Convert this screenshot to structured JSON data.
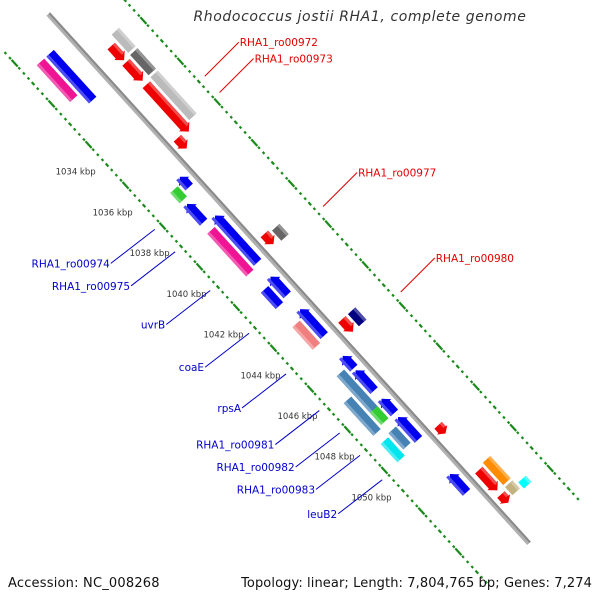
{
  "header": {
    "title": "Rhodococcus jostii RHA1, complete genome"
  },
  "footer": {
    "accession": "Accession: NC_008268",
    "summary": "Topology: linear; Length: 7,804,765 bp; Genes: 7,274"
  },
  "colors": {
    "backbone": "#8a8a8a",
    "tick": "#1a8a1a",
    "label_forward": "#e00000",
    "label_reverse": "#0000cc"
  },
  "axis": {
    "unit": "kbp",
    "ticks": [
      {
        "pos": 1034,
        "label": "1034 kbp"
      },
      {
        "pos": 1036,
        "label": "1036 kbp"
      },
      {
        "pos": 1038,
        "label": "1038 kbp"
      },
      {
        "pos": 1040,
        "label": "1040 kbp"
      },
      {
        "pos": 1042,
        "label": "1042 kbp"
      },
      {
        "pos": 1044,
        "label": "1044 kbp"
      },
      {
        "pos": 1046,
        "label": "1046 kbp"
      },
      {
        "pos": 1048,
        "label": "1048 kbp"
      },
      {
        "pos": 1050,
        "label": "1050 kbp"
      }
    ]
  },
  "genes": [
    {
      "id": "rev-a1",
      "strand": "reverse",
      "row": 1,
      "start": 1029.6,
      "end": 1031.9,
      "color": "#0000ee"
    },
    {
      "id": "rev-a2",
      "strand": "reverse",
      "row": 2,
      "start": 1029.6,
      "end": 1031.4,
      "color": "#ee1493"
    },
    {
      "id": "fwd-1",
      "strand": "forward",
      "row": 1,
      "start": 1030.9,
      "end": 1031.6,
      "color": "#ee0000",
      "arrow": true
    },
    {
      "id": "fwd-2",
      "strand": "forward",
      "row": 2,
      "start": 1030.6,
      "end": 1031.5,
      "color": "#bbbbbb"
    },
    {
      "id": "fwd-3",
      "strand": "forward",
      "row": 1,
      "start": 1031.7,
      "end": 1032.6,
      "color": "#ee0000",
      "arrow": true
    },
    {
      "id": "fwd-4",
      "strand": "forward",
      "row": 2,
      "start": 1031.6,
      "end": 1032.6,
      "color": "#666666"
    },
    {
      "id": "fwd-5",
      "strand": "forward",
      "row": 1,
      "start": 1032.8,
      "end": 1035.1,
      "color": "#ee0000",
      "arrow": true
    },
    {
      "id": "fwd-6",
      "strand": "forward",
      "row": 2,
      "start": 1032.7,
      "end": 1034.8,
      "color": "#bbbbbb"
    },
    {
      "id": "fwd-7",
      "strand": "forward",
      "row": 0,
      "start": 1035.0,
      "end": 1035.5,
      "color": "#ee0000",
      "arrow": true
    },
    {
      "id": "rev-1",
      "strand": "reverse",
      "row": 0,
      "start": 1036.1,
      "end": 1036.6,
      "color": "#0000ee",
      "arrow": true
    },
    {
      "id": "rev-2",
      "strand": "reverse",
      "row": 1,
      "start": 1036.3,
      "end": 1036.8,
      "color": "#33cc33"
    },
    {
      "id": "rev-3",
      "strand": "reverse",
      "row": 1,
      "start": 1037.0,
      "end": 1037.9,
      "color": "#0000ee",
      "arrow": true
    },
    {
      "id": "rev-4",
      "strand": "reverse",
      "row": 0,
      "start": 1038.0,
      "end": 1040.3,
      "color": "#0000ee",
      "arrow": true
    },
    {
      "id": "rev-5",
      "strand": "reverse",
      "row": 1,
      "start": 1038.3,
      "end": 1040.4,
      "color": "#ee1493"
    },
    {
      "id": "fwd-8",
      "strand": "forward",
      "row": 0,
      "start": 1039.7,
      "end": 1040.2,
      "color": "#ee0000",
      "arrow": true
    },
    {
      "id": "fwd-9",
      "strand": "forward",
      "row": 1,
      "start": 1039.8,
      "end": 1040.3,
      "color": "#666666"
    },
    {
      "id": "rev-6",
      "strand": "reverse",
      "row": 0,
      "start": 1041.0,
      "end": 1041.9,
      "color": "#0000ee",
      "arrow": true
    },
    {
      "id": "rev-7",
      "strand": "reverse",
      "row": 1,
      "start": 1041.2,
      "end": 1042.0,
      "color": "#0000ee"
    },
    {
      "id": "rev-8",
      "strand": "reverse",
      "row": 0,
      "start": 1042.6,
      "end": 1043.9,
      "color": "#0000ee",
      "arrow": true
    },
    {
      "id": "rev-9",
      "strand": "reverse",
      "row": 1,
      "start": 1042.9,
      "end": 1044.0,
      "color": "#f08080"
    },
    {
      "id": "fwd-10",
      "strand": "forward",
      "row": 0,
      "start": 1043.9,
      "end": 1044.5,
      "color": "#ee0000",
      "arrow": true
    },
    {
      "id": "fwd-11",
      "strand": "forward",
      "row": 1,
      "start": 1043.9,
      "end": 1044.5,
      "color": "#000080"
    },
    {
      "id": "rev-10",
      "strand": "reverse",
      "row": 0,
      "start": 1044.9,
      "end": 1045.5,
      "color": "#0000ee",
      "arrow": true
    },
    {
      "id": "rev-11",
      "strand": "reverse",
      "row": 0,
      "start": 1045.6,
      "end": 1046.6,
      "color": "#0000ee",
      "arrow": true
    },
    {
      "id": "rev-12",
      "strand": "reverse",
      "row": 1,
      "start": 1045.3,
      "end": 1047.6,
      "color": "#4682b4"
    },
    {
      "id": "rev-13",
      "strand": "reverse",
      "row": 2,
      "start": 1046.2,
      "end": 1047.8,
      "color": "#4682b4"
    },
    {
      "id": "rev-14",
      "strand": "reverse",
      "row": 1,
      "start": 1047.1,
      "end": 1047.7,
      "color": "#33cc33"
    },
    {
      "id": "rev-15",
      "strand": "reverse",
      "row": 0,
      "start": 1047.0,
      "end": 1047.7,
      "color": "#0000ee",
      "arrow": true
    },
    {
      "id": "rev-16",
      "strand": "reverse",
      "row": 0,
      "start": 1047.9,
      "end": 1049.0,
      "color": "#0000ee",
      "arrow": true
    },
    {
      "id": "rev-17",
      "strand": "reverse",
      "row": 1,
      "start": 1048.1,
      "end": 1048.9,
      "color": "#4682b4"
    },
    {
      "id": "rev-18",
      "strand": "reverse",
      "row": 2,
      "start": 1048.2,
      "end": 1049.1,
      "color": "#00e5ee"
    },
    {
      "id": "fwd-12",
      "strand": "forward",
      "row": 0,
      "start": 1049.1,
      "end": 1049.5,
      "color": "#ee0000",
      "arrow": true
    },
    {
      "id": "rev-19",
      "strand": "reverse",
      "row": 0,
      "start": 1050.7,
      "end": 1051.6,
      "color": "#0000ee",
      "arrow": true
    },
    {
      "id": "fwd-13",
      "strand": "forward",
      "row": 0,
      "start": 1051.3,
      "end": 1052.3,
      "color": "#ee0000",
      "arrow": true
    },
    {
      "id": "fwd-14",
      "strand": "forward",
      "row": 1,
      "start": 1051.2,
      "end": 1052.3,
      "color": "#ff8c00"
    },
    {
      "id": "fwd-15",
      "strand": "forward",
      "row": 0,
      "start": 1052.5,
      "end": 1052.9,
      "color": "#ee0000",
      "arrow": true
    },
    {
      "id": "fwd-16",
      "strand": "forward",
      "row": 1,
      "start": 1052.4,
      "end": 1052.8,
      "color": "#c2b280"
    },
    {
      "id": "fwd-17",
      "strand": "forward",
      "row": 2,
      "start": 1052.6,
      "end": 1052.9,
      "color": "#00ffff"
    }
  ],
  "labels": [
    {
      "text": "RHA1_ro00972",
      "strand": "forward",
      "anchor_pos": 1034.0,
      "color": "#e00000"
    },
    {
      "text": "RHA1_ro00973",
      "strand": "forward",
      "anchor_pos": 1034.8,
      "color": "#e00000"
    },
    {
      "text": "RHA1_ro00977",
      "strand": "forward",
      "anchor_pos": 1040.4,
      "color": "#e00000"
    },
    {
      "text": "RHA1_ro00980",
      "strand": "forward",
      "anchor_pos": 1044.6,
      "color": "#e00000"
    },
    {
      "text": "RHA1_ro00974",
      "strand": "reverse",
      "anchor_pos": 1036.9,
      "color": "#0000cc"
    },
    {
      "text": "RHA1_ro00975",
      "strand": "reverse",
      "anchor_pos": 1038.0,
      "color": "#0000cc"
    },
    {
      "text": "uvrB",
      "strand": "reverse",
      "anchor_pos": 1039.9,
      "color": "#0000cc"
    },
    {
      "text": "coaE",
      "strand": "reverse",
      "anchor_pos": 1042.0,
      "color": "#0000cc"
    },
    {
      "text": "rpsA",
      "strand": "reverse",
      "anchor_pos": 1044.0,
      "color": "#0000cc"
    },
    {
      "text": "RHA1_ro00981",
      "strand": "reverse",
      "anchor_pos": 1045.8,
      "color": "#0000cc"
    },
    {
      "text": "RHA1_ro00982",
      "strand": "reverse",
      "anchor_pos": 1046.9,
      "color": "#0000cc"
    },
    {
      "text": "RHA1_ro00983",
      "strand": "reverse",
      "anchor_pos": 1048.0,
      "color": "#0000cc"
    },
    {
      "text": "leuB2",
      "strand": "reverse",
      "anchor_pos": 1049.2,
      "color": "#0000cc"
    }
  ]
}
